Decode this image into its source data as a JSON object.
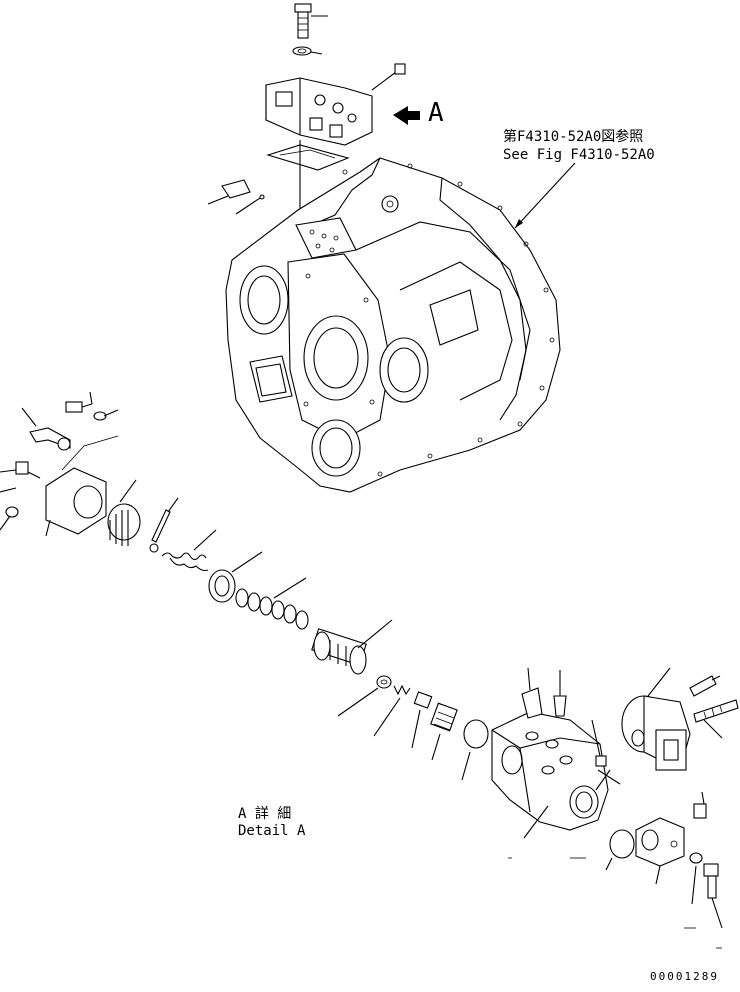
{
  "view_label": "A",
  "reference_note": {
    "line1": "第F4310-52A0図参照",
    "line2": "See Fig F4310-52A0"
  },
  "detail_caption": {
    "line1": "A 詳 細",
    "line2": "Detail A"
  },
  "drawing_number": "00001289"
}
